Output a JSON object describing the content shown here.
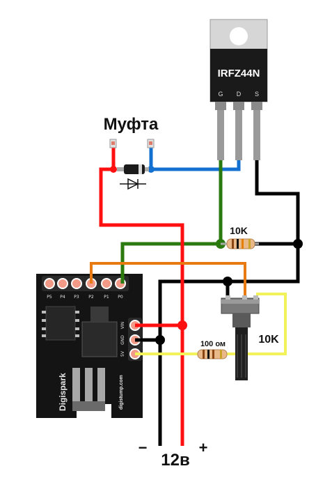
{
  "labels": {
    "coupling": "Муфта",
    "mosfet": "IRFZ44N",
    "pin_g": "G",
    "pin_d": "D",
    "pin_s": "S",
    "r_gate": "10K",
    "pot": "10K",
    "r_led": "100 ом",
    "board_name": "Digispark",
    "board_url": "digistump.com",
    "pin_vin": "VIN",
    "pin_gnd": "GND",
    "pin_5v": "5V",
    "pins_top": [
      "P5",
      "P4",
      "P3",
      "P2",
      "P1",
      "P0"
    ],
    "minus": "−",
    "plus": "+",
    "supply": "12в"
  },
  "colors": {
    "red": "#ff1010",
    "black": "#000000",
    "green": "#2a7a10",
    "blue": "#1470d0",
    "orange": "#e87a12",
    "yellow": "#f2f25a",
    "board": "#141414",
    "pad": "#f29a88"
  }
}
